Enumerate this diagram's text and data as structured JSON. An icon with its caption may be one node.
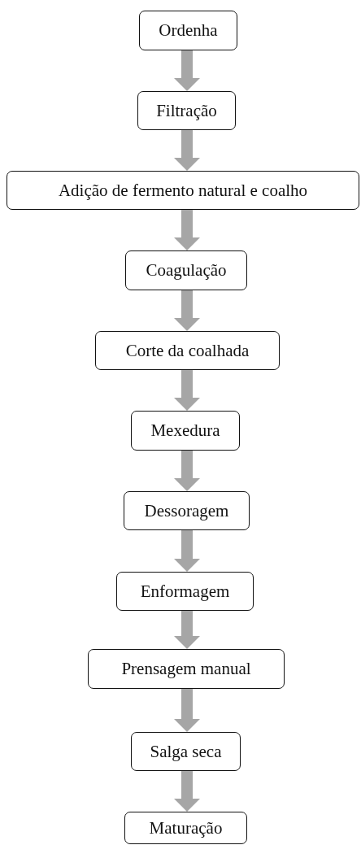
{
  "diagram": {
    "nodes": [
      {
        "text": [
          "Ordenha"
        ]
      },
      {
        "text": [
          "Filtração"
        ]
      },
      {
        "text": [
          "Adição de fermento natural e coalho"
        ]
      },
      {
        "text": [
          "Coagulação"
        ]
      },
      {
        "text": [
          "Corte da coalhada"
        ]
      },
      {
        "text": [
          "Mexedura"
        ]
      },
      {
        "text": [
          "Dessoragem"
        ]
      },
      {
        "text": [
          "Enformagem"
        ]
      },
      {
        "text": [
          "Prensagem manual"
        ]
      },
      {
        "text": [
          "Salga seca"
        ]
      },
      {
        "text": [
          "Maturação"
        ]
      }
    ],
    "edges": [
      {
        "from": 0,
        "to": 1,
        "arrow": "to"
      },
      {
        "from": 1,
        "to": 2,
        "arrow": "to"
      },
      {
        "from": 2,
        "to": 3,
        "arrow": "to"
      },
      {
        "from": 3,
        "to": 4,
        "arrow": "to"
      },
      {
        "from": 4,
        "to": 5,
        "arrow": "to"
      },
      {
        "from": 5,
        "to": 6,
        "arrow": "to"
      },
      {
        "from": 6,
        "to": 7,
        "arrow": "to"
      },
      {
        "from": 7,
        "to": 8,
        "arrow": "to"
      },
      {
        "from": 8,
        "to": 9,
        "arrow": "to"
      },
      {
        "from": 9,
        "to": 10,
        "arrow": "to"
      }
    ]
  }
}
